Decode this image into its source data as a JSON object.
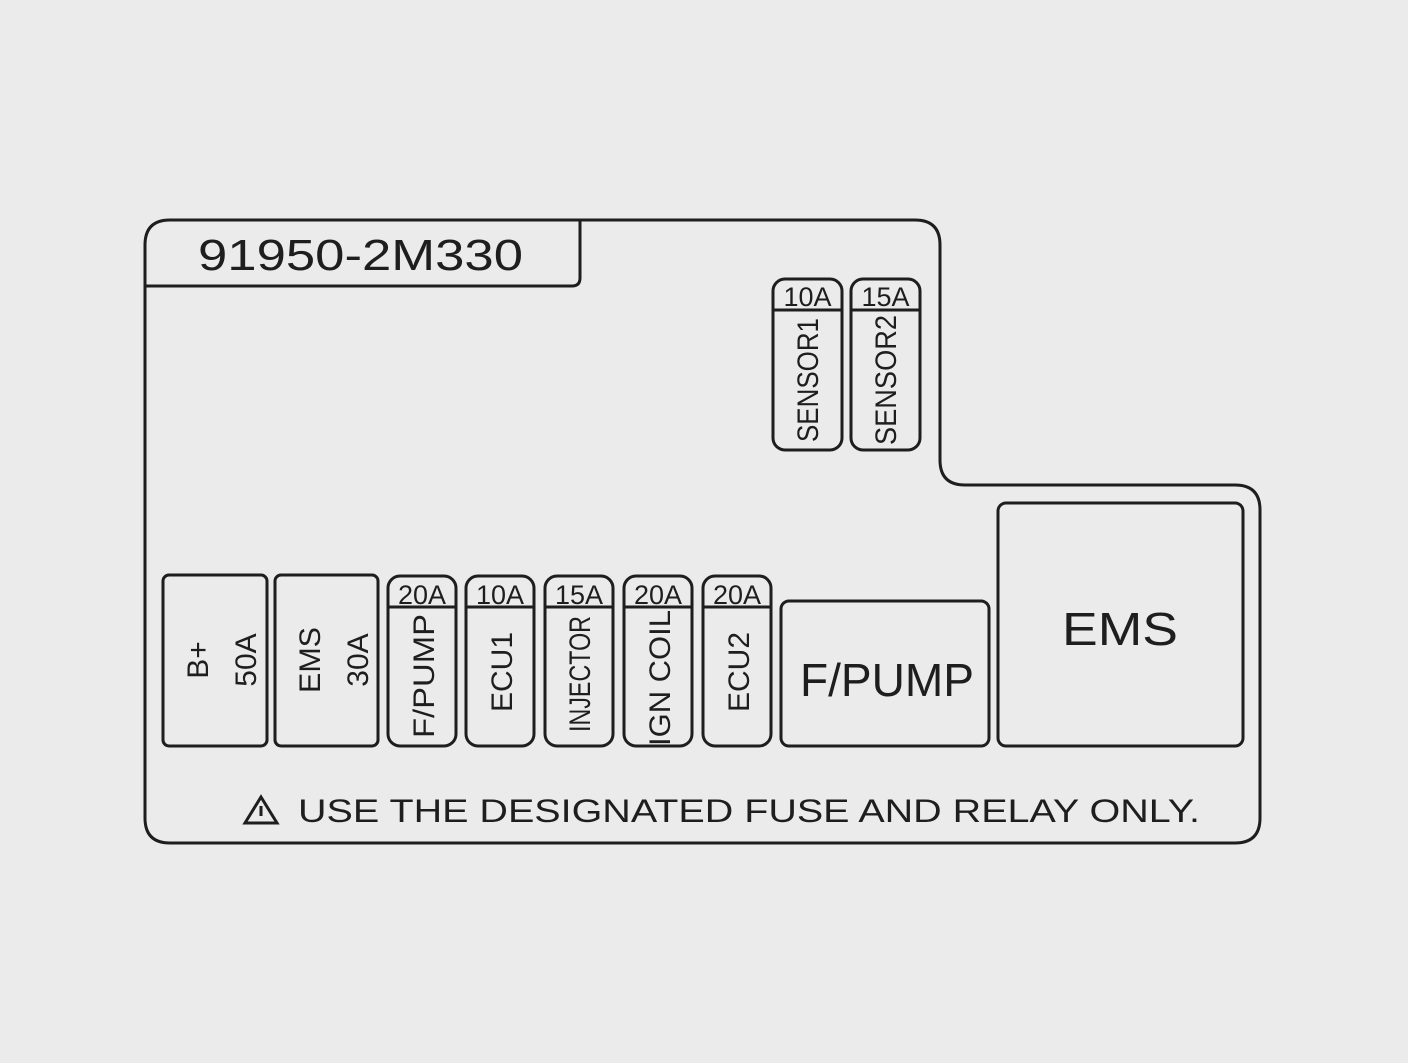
{
  "part_number": "91950-2M330",
  "sensor_fuses": [
    {
      "rating": "10A",
      "name": "SENSOR1"
    },
    {
      "rating": "15A",
      "name": "SENSOR2"
    }
  ],
  "large_fuses": [
    {
      "name": "B+",
      "rating": "50A"
    },
    {
      "name": "EMS",
      "rating": "30A"
    }
  ],
  "mini_fuses": [
    {
      "rating": "20A",
      "name": "F/PUMP"
    },
    {
      "rating": "10A",
      "name": "ECU1"
    },
    {
      "rating": "15A",
      "name": "INJECTOR"
    },
    {
      "rating": "20A",
      "name": "IGN COIL"
    },
    {
      "rating": "20A",
      "name": "ECU2"
    }
  ],
  "relays": [
    {
      "name": "F/PUMP"
    },
    {
      "name": "EMS"
    }
  ],
  "warning": "USE THE DESIGNATED FUSE AND RELAY ONLY.",
  "colors": {
    "line": "#1e1e1e",
    "background": "#ebebeb"
  }
}
